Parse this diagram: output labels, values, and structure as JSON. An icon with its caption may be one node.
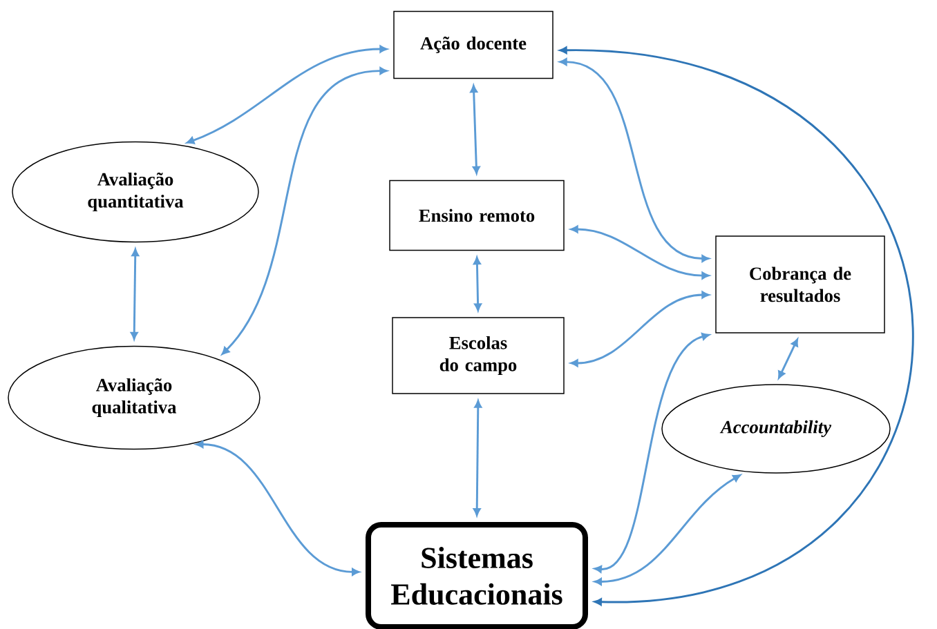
{
  "diagram": {
    "nodes": [
      {
        "text": [
          "Ação docente"
        ]
      },
      {
        "text": [
          "Avaliação quantitativa"
        ]
      },
      {
        "text": [
          "Ensino remoto"
        ]
      },
      {
        "text": [
          "Cobrança de resultados"
        ]
      },
      {
        "text": [
          "Escolas do campo"
        ]
      },
      {
        "text": [
          "Avaliação qualitativa"
        ]
      },
      {
        "text": [
          "Accountability"
        ]
      },
      {
        "text": [
          "Sistemas Educacionais"
        ]
      }
    ],
    "edges": [
      {
        "from": 0,
        "to": 1,
        "arrow": "both"
      },
      {
        "from": 0,
        "to": 5,
        "arrow": "both"
      },
      {
        "from": 0,
        "to": 2,
        "arrow": "both"
      },
      {
        "from": 0,
        "to": 3,
        "arrow": "both"
      },
      {
        "from": 0,
        "to": 7,
        "arrow": "both",
        "color": "#2e75b6"
      },
      {
        "from": 1,
        "to": 5,
        "arrow": "both"
      },
      {
        "from": 2,
        "to": 4,
        "arrow": "both"
      },
      {
        "from": 2,
        "to": 3,
        "arrow": "both"
      },
      {
        "from": 4,
        "to": 3,
        "arrow": "both"
      },
      {
        "from": 4,
        "to": 7,
        "arrow": "both"
      },
      {
        "from": 5,
        "to": 7,
        "arrow": "both"
      },
      {
        "from": 3,
        "to": 7,
        "arrow": "both"
      },
      {
        "from": 3,
        "to": 6,
        "arrow": "both"
      },
      {
        "from": 6,
        "to": 7,
        "arrow": "both"
      }
    ]
  }
}
